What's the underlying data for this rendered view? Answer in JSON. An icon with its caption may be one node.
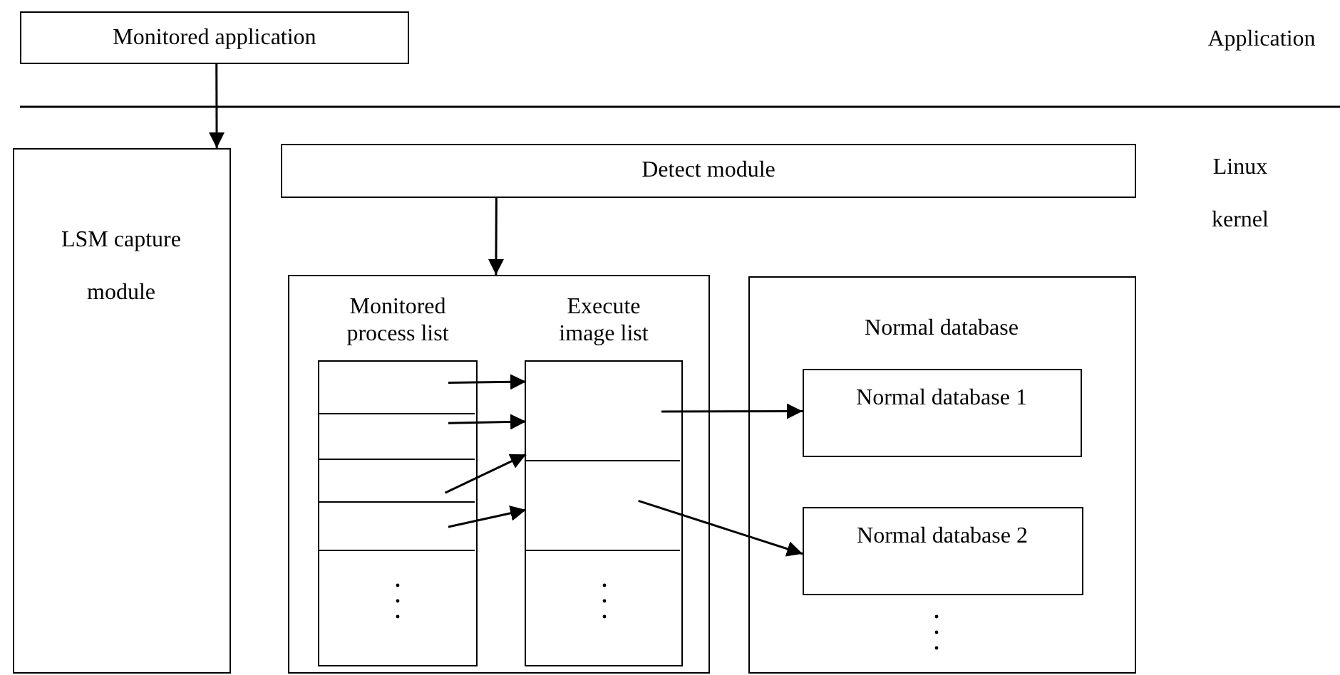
{
  "diagram": {
    "nodes": [
      {
        "text": [
          "Monitored application"
        ]
      },
      {
        "text": [
          "LSM capture module"
        ]
      },
      {
        "text": [
          "Detect module"
        ]
      },
      {
        "text": [],
        "shape": "box"
      },
      {
        "text": [
          "Monitored process list"
        ],
        "in": 3
      },
      {
        "text": [
          "Execute image list"
        ],
        "in": 3
      },
      {
        "text": [],
        "shape": "box",
        "in": 4
      },
      {
        "text": [],
        "shape": "box",
        "in": 4
      },
      {
        "text": [],
        "shape": "box",
        "in": 4
      },
      {
        "text": [],
        "shape": "box",
        "in": 4
      },
      {
        "text": [],
        "shape": "box",
        "in": 5
      },
      {
        "text": [],
        "shape": "box",
        "in": 5
      },
      {
        "text": [
          "Normal database"
        ]
      },
      {
        "text": [
          "Normal database 1"
        ],
        "in": 12
      },
      {
        "text": [
          "Normal database 2"
        ],
        "in": 12
      }
    ],
    "edges": [
      {
        "from": 0,
        "to": 1,
        "arrow": "to"
      },
      {
        "from": 2,
        "to": 3,
        "arrow": "to"
      },
      {
        "from": 6,
        "to": 10,
        "arrow": "to"
      },
      {
        "from": 7,
        "to": 10,
        "arrow": "to"
      },
      {
        "from": 8,
        "to": 10,
        "arrow": "to"
      },
      {
        "from": 9,
        "to": 11,
        "arrow": "to"
      },
      {
        "from": 10,
        "to": 13,
        "arrow": "to"
      },
      {
        "from": 11,
        "to": 14,
        "arrow": "to"
      }
    ],
    "labels": [
      "Application",
      "Linux kernel"
    ]
  }
}
